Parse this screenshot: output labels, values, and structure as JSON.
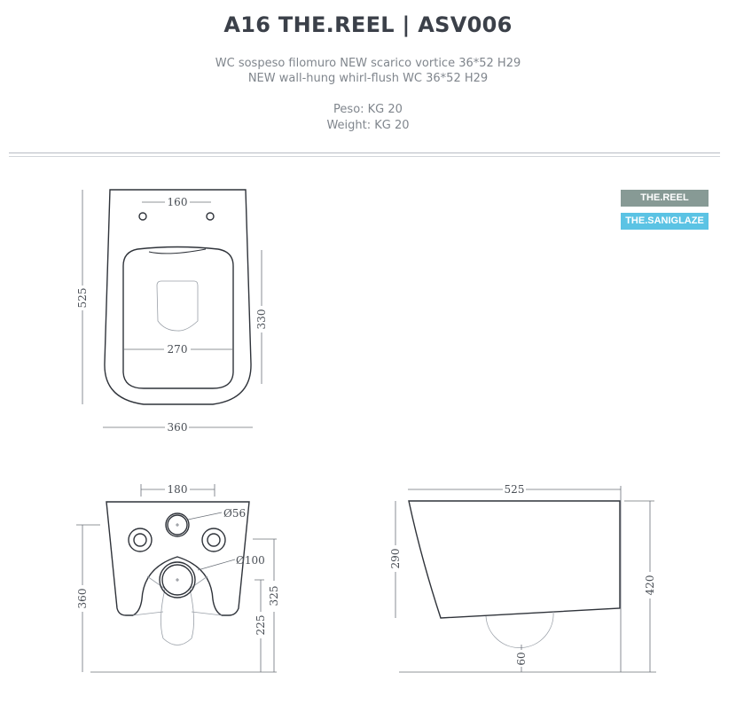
{
  "header": {
    "title": "A16 THE.REEL | ASV006",
    "desc_it": "WC sospeso filomuro NEW scarico vortice 36*52  H29",
    "desc_en": "NEW wall-hung whirl-flush WC 36*52  H29",
    "weight_it": "Peso: KG 20",
    "weight_en": "Weight: KG 20"
  },
  "badges": [
    {
      "label": "THE.REEL",
      "color": "#879a95"
    },
    {
      "label": "THE.SANIGLAZE",
      "color": "#5bc3e4"
    }
  ],
  "top_view": {
    "holes_spacing": "160",
    "seat_width": "270",
    "length": "525",
    "seat_length": "330",
    "width": "360"
  },
  "front_view": {
    "bolt_spacing": "180",
    "inlet_diameter": "Ø56",
    "outlet_diameter": "Ø100",
    "height": "360",
    "bolt_height": "325",
    "outlet_height": "225"
  },
  "side_view": {
    "length": "525",
    "height": "290",
    "total_height": "420",
    "outlet_offset": "60"
  }
}
